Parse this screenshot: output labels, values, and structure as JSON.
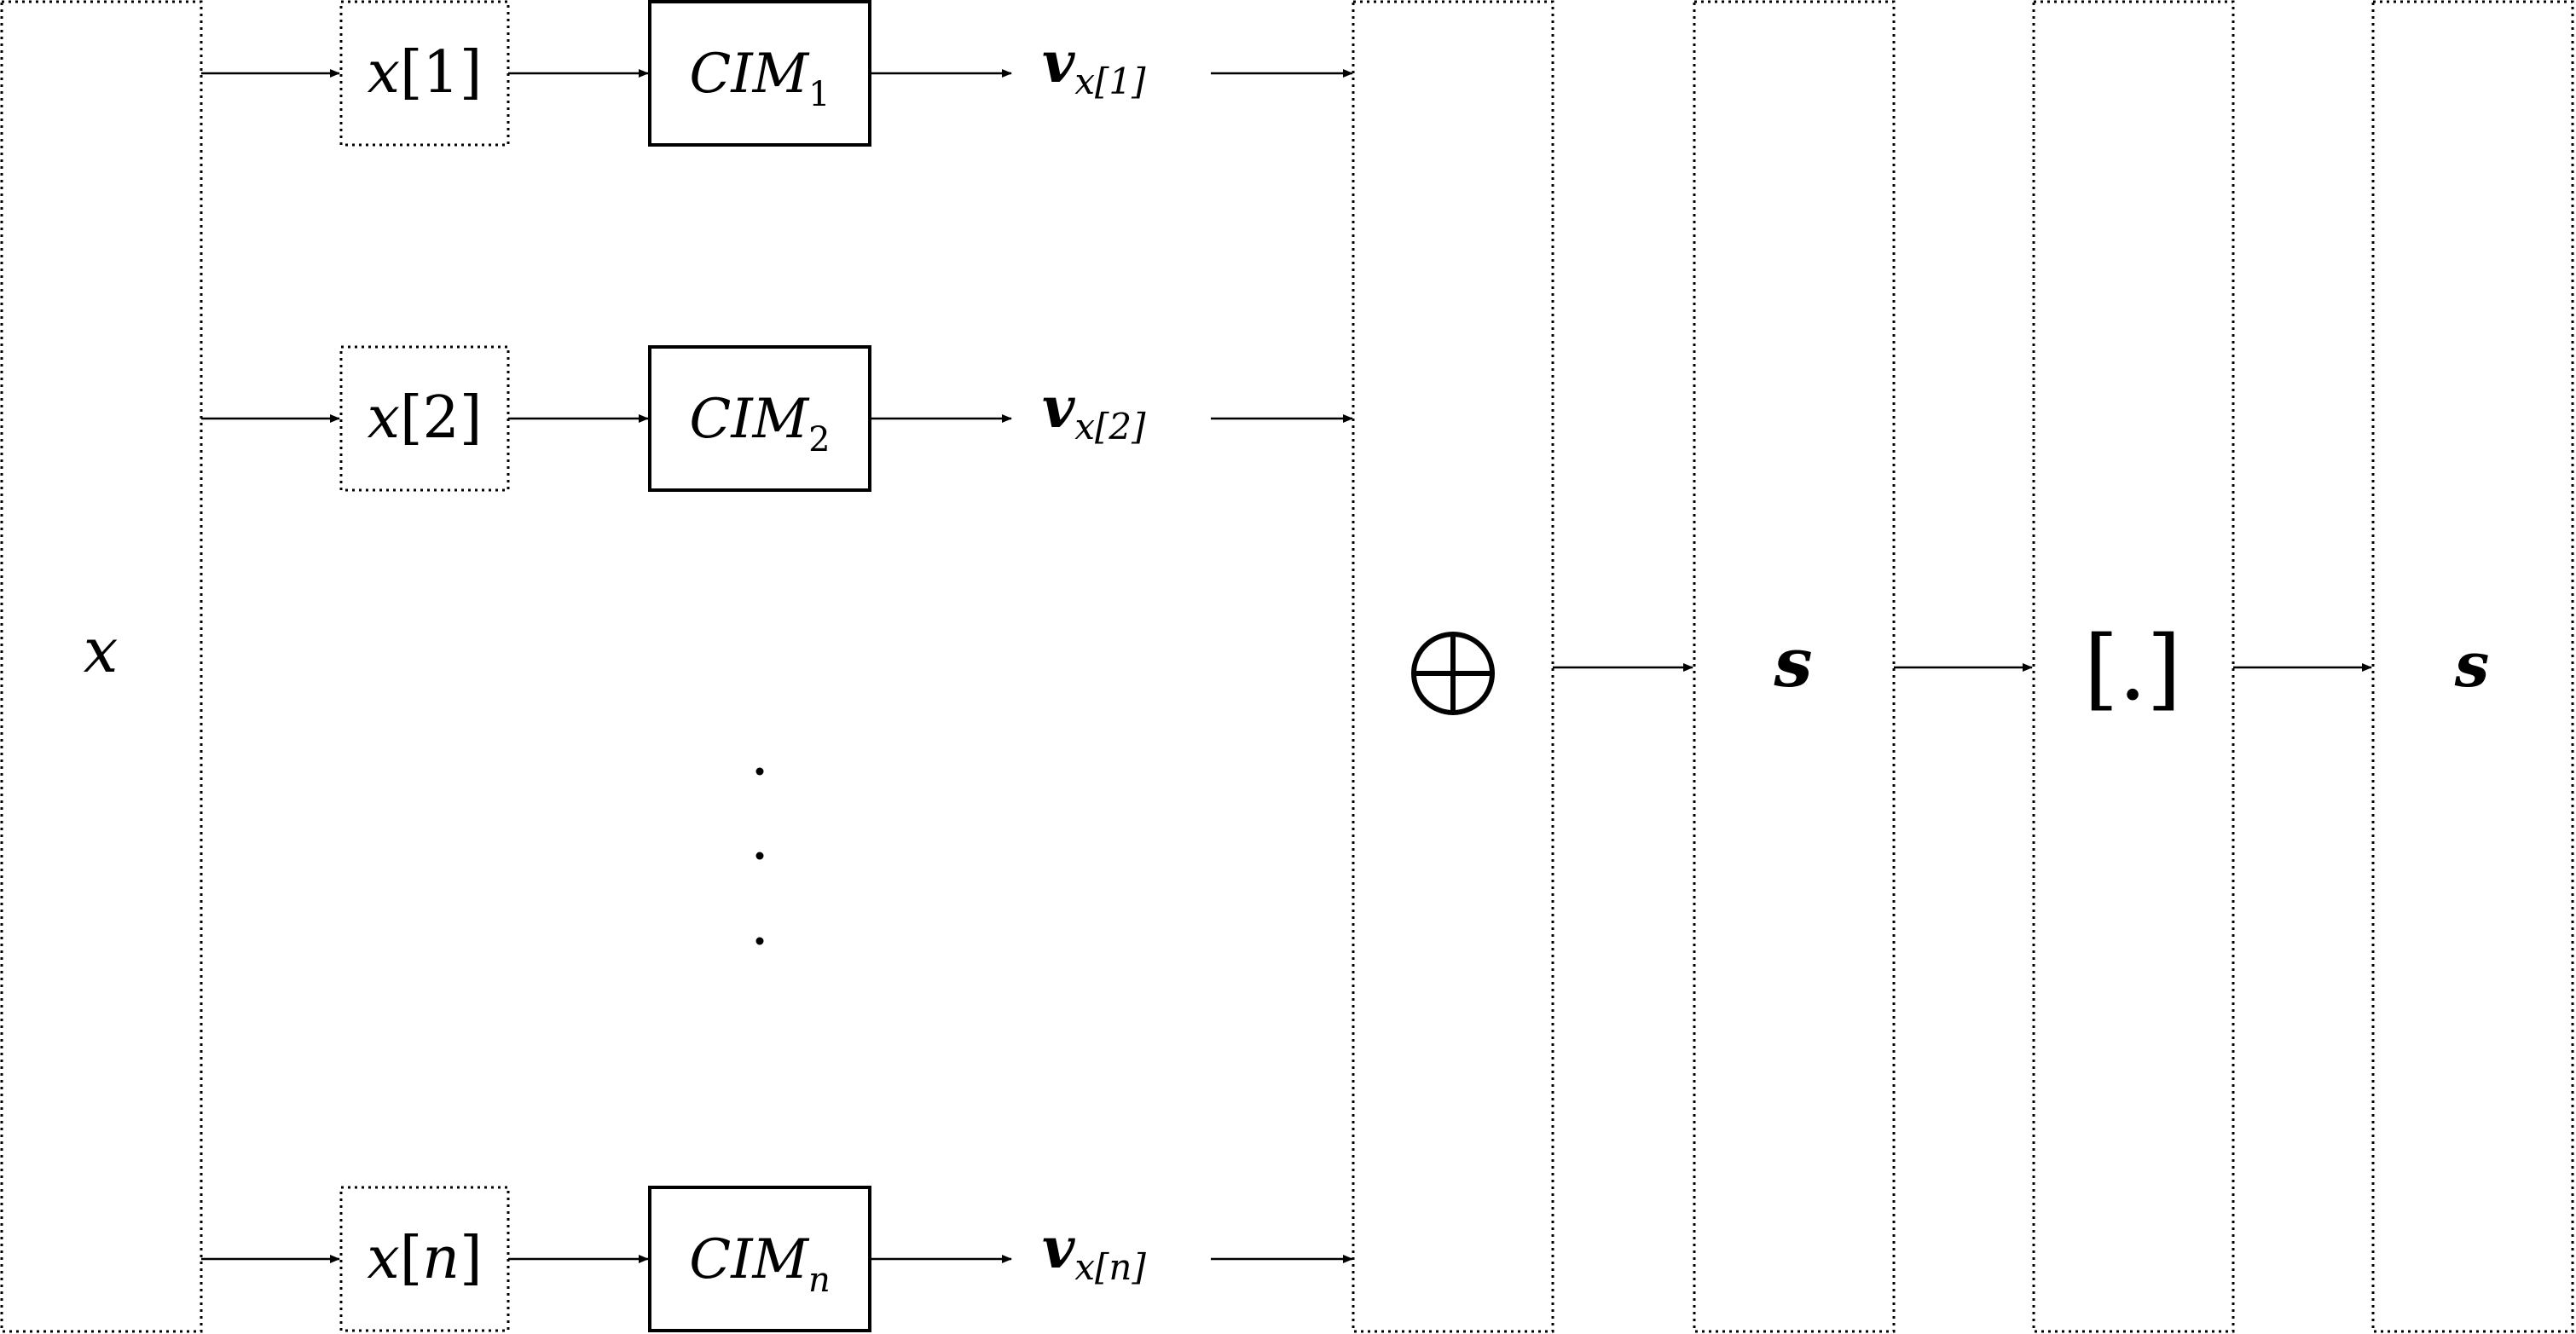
{
  "input": {
    "label": "x"
  },
  "rows": [
    {
      "slice_var": "x",
      "slice_idx": "1",
      "cim_base": "CIM",
      "cim_sub": "1",
      "vec_base": "v",
      "vec_sub": "x[1]"
    },
    {
      "slice_var": "x",
      "slice_idx": "2",
      "cim_base": "CIM",
      "cim_sub": "2",
      "vec_base": "v",
      "vec_sub": "x[2]"
    },
    {
      "slice_var": "x",
      "slice_idx": "n",
      "cim_base": "CIM",
      "cim_sub": "n",
      "vec_base": "v",
      "vec_sub": "x[n]"
    }
  ],
  "ellipsis": "⋮",
  "stages": [
    {
      "id": "bundle",
      "label": "⊕"
    },
    {
      "id": "sum",
      "label": "s"
    },
    {
      "id": "binarize",
      "label": "[.]"
    },
    {
      "id": "output",
      "label": "s"
    }
  ]
}
